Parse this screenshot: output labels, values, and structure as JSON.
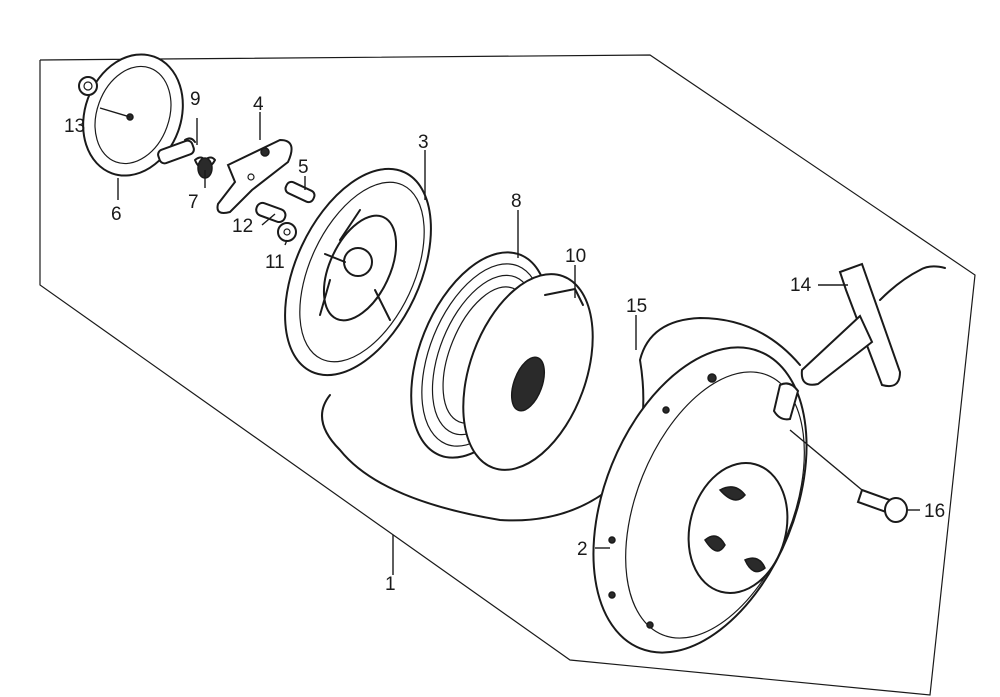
{
  "callouts": [
    {
      "id": "p1",
      "label": "1"
    },
    {
      "id": "p2",
      "label": "2"
    },
    {
      "id": "p3",
      "label": "3"
    },
    {
      "id": "p4",
      "label": "4"
    },
    {
      "id": "p5",
      "label": "5"
    },
    {
      "id": "p6",
      "label": "6"
    },
    {
      "id": "p7",
      "label": "7"
    },
    {
      "id": "p8",
      "label": "8"
    },
    {
      "id": "p9",
      "label": "9"
    },
    {
      "id": "p10",
      "label": "10"
    },
    {
      "id": "p11",
      "label": "11"
    },
    {
      "id": "p12",
      "label": "12"
    },
    {
      "id": "p13",
      "label": "13"
    },
    {
      "id": "p14",
      "label": "14"
    },
    {
      "id": "p15",
      "label": "15"
    },
    {
      "id": "p16",
      "label": "16"
    }
  ]
}
